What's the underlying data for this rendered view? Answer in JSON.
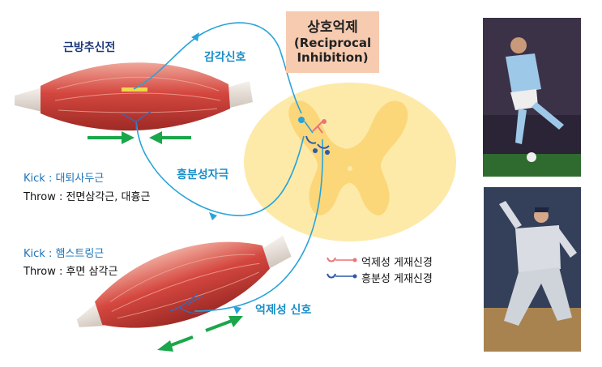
{
  "title": {
    "korean": "상호억제",
    "english_line1": "(Reciprocal",
    "english_line2": "Inhibition)"
  },
  "labels": {
    "spindle": "근방추신전",
    "sensory_signal": "감각신호",
    "excitatory_stimulus": "흥분성자극",
    "inhibitory_signal": "억제성 신호"
  },
  "agonist": {
    "kick": "Kick : 대퇴사두근",
    "throw": "Throw : 전면삼각근, 대흉근"
  },
  "antagonist": {
    "kick": "Kick : 햄스트링근",
    "throw": "Throw : 후면 삼각근"
  },
  "legend": {
    "inhibitory": "억제성 게재신경",
    "excitatory": "흥분성 게재신경"
  },
  "colors": {
    "nerve": "#29a3d9",
    "inhibitory_neuron": "#e8757a",
    "excitatory_neuron": "#2f5aa8",
    "arrow": "#1aa64a",
    "muscle": "#d4473f",
    "spinal_cord": "#fdeaa8",
    "gray_matter": "#fbd77a",
    "title_bg": "#f7cbb0"
  }
}
